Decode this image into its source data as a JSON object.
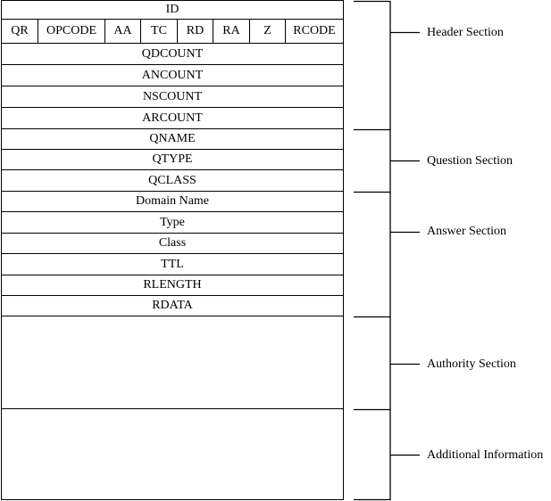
{
  "rows": {
    "id": "ID",
    "flags": [
      "QR",
      "OPCODE",
      "AA",
      "TC",
      "RD",
      "RA",
      "Z",
      "RCODE"
    ],
    "header_counts": [
      "QDCOUNT",
      "ANCOUNT",
      "NSCOUNT",
      "ARCOUNT"
    ],
    "question": [
      "QNAME",
      "QTYPE",
      "QCLASS"
    ],
    "answer": [
      "Domain Name",
      "Type",
      "Class",
      "TTL",
      "RLENGTH",
      "RDATA"
    ]
  },
  "sections": {
    "header": "Header Section",
    "question": "Question Section",
    "answer": "Answer Section",
    "authority": "Authority Section",
    "additional": "Additional Information"
  }
}
